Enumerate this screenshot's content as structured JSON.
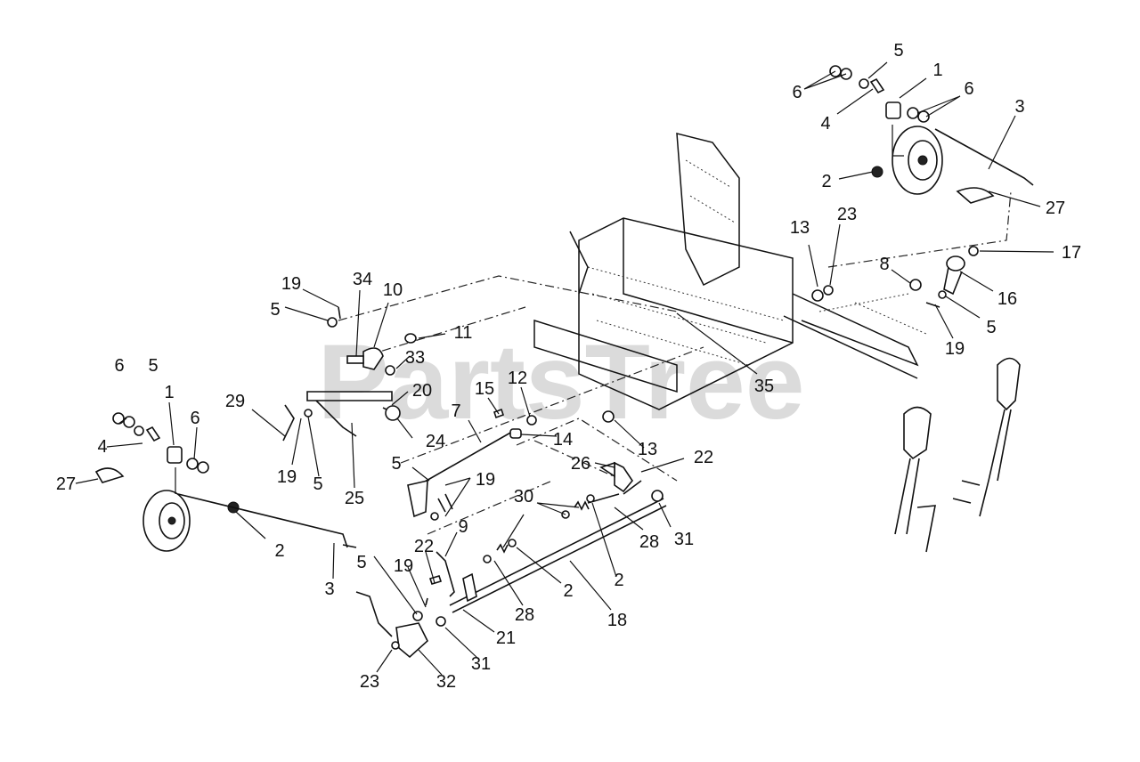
{
  "watermark": "PartsTree",
  "callouts": [
    {
      "id": "c-5-tr",
      "text": "5"
    },
    {
      "id": "c-1-tr",
      "text": "1"
    },
    {
      "id": "c-6-tr-l",
      "text": "6"
    },
    {
      "id": "c-6-tr-r",
      "text": "6"
    },
    {
      "id": "c-4-tr",
      "text": "4"
    },
    {
      "id": "c-3-tr",
      "text": "3"
    },
    {
      "id": "c-2-tr",
      "text": "2"
    },
    {
      "id": "c-27-tr",
      "text": "27"
    },
    {
      "id": "c-13-tr",
      "text": "13"
    },
    {
      "id": "c-23-tr",
      "text": "23"
    },
    {
      "id": "c-8",
      "text": "8"
    },
    {
      "id": "c-17",
      "text": "17"
    },
    {
      "id": "c-16",
      "text": "16"
    },
    {
      "id": "c-5-r",
      "text": "5"
    },
    {
      "id": "c-19-r",
      "text": "19"
    },
    {
      "id": "c-35",
      "text": "35"
    },
    {
      "id": "c-19-tl",
      "text": "19"
    },
    {
      "id": "c-34",
      "text": "34"
    },
    {
      "id": "c-10",
      "text": "10"
    },
    {
      "id": "c-5-tl",
      "text": "5"
    },
    {
      "id": "c-11",
      "text": "11"
    },
    {
      "id": "c-33",
      "text": "33"
    },
    {
      "id": "c-20",
      "text": "20"
    },
    {
      "id": "c-24",
      "text": "24"
    },
    {
      "id": "c-29",
      "text": "29"
    },
    {
      "id": "c-19-ml",
      "text": "19"
    },
    {
      "id": "c-5-ml",
      "text": "5"
    },
    {
      "id": "c-25",
      "text": "25"
    },
    {
      "id": "c-15",
      "text": "15"
    },
    {
      "id": "c-12",
      "text": "12"
    },
    {
      "id": "c-7",
      "text": "7"
    },
    {
      "id": "c-14",
      "text": "14"
    },
    {
      "id": "c-13-m",
      "text": "13"
    },
    {
      "id": "c-6-l-a",
      "text": "6"
    },
    {
      "id": "c-5-l-a",
      "text": "5"
    },
    {
      "id": "c-1-l",
      "text": "1"
    },
    {
      "id": "c-6-l-b",
      "text": "6"
    },
    {
      "id": "c-4-l",
      "text": "4"
    },
    {
      "id": "c-27-l",
      "text": "27"
    },
    {
      "id": "c-2-l",
      "text": "2"
    },
    {
      "id": "c-3-l",
      "text": "3"
    },
    {
      "id": "c-5-m",
      "text": "5"
    },
    {
      "id": "c-19-m",
      "text": "19"
    },
    {
      "id": "c-26",
      "text": "26"
    },
    {
      "id": "c-22-r",
      "text": "22"
    },
    {
      "id": "c-30",
      "text": "30"
    },
    {
      "id": "c-28-r",
      "text": "28"
    },
    {
      "id": "c-31-r",
      "text": "31"
    },
    {
      "id": "c-9",
      "text": "9"
    },
    {
      "id": "c-5-b",
      "text": "5"
    },
    {
      "id": "c-22-b",
      "text": "22"
    },
    {
      "id": "c-19-b",
      "text": "19"
    },
    {
      "id": "c-2-b1",
      "text": "2"
    },
    {
      "id": "c-2-b2",
      "text": "2"
    },
    {
      "id": "c-28-b",
      "text": "28"
    },
    {
      "id": "c-18",
      "text": "18"
    },
    {
      "id": "c-21",
      "text": "21"
    },
    {
      "id": "c-31-b",
      "text": "31"
    },
    {
      "id": "c-23-b",
      "text": "23"
    },
    {
      "id": "c-32",
      "text": "32"
    }
  ]
}
